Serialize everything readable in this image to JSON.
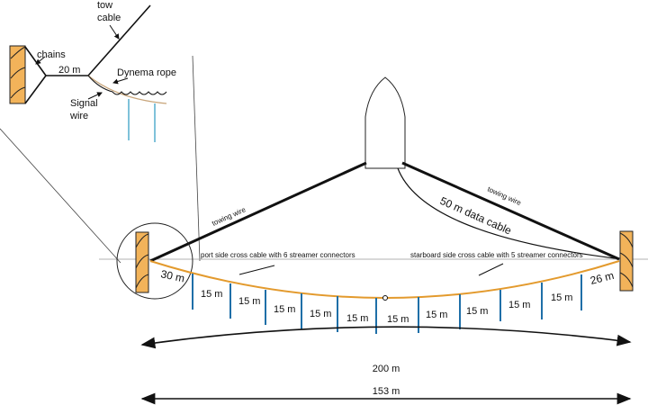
{
  "inset": {
    "tow_cable": "tow",
    "tow_cable_2": "cable",
    "chains": "chains",
    "length": "20 m",
    "dynema": "Dynema rope",
    "signal": "Signal",
    "signal_2": "wire"
  },
  "main": {
    "towing_wire_left": "towing wire",
    "towing_wire_right": "towing wire",
    "data_cable": "50 m data cable",
    "port_cable": "port side cross cable with 6 streamer connectors",
    "starboard_cable": "starboard side cross cable with 5 streamer connectors",
    "port_end": "30 m",
    "starboard_end": "26 m",
    "spacing": [
      "15 m",
      "15 m",
      "15 m",
      "15 m",
      "15 m",
      "15 m",
      "15 m",
      "15 m",
      "15 m",
      "15 m"
    ],
    "arc_length": "200 m",
    "span": "153 m"
  },
  "colors": {
    "cable": "#e39a2d",
    "door": "#f2b35a",
    "streamer": "#1f6fa8"
  }
}
